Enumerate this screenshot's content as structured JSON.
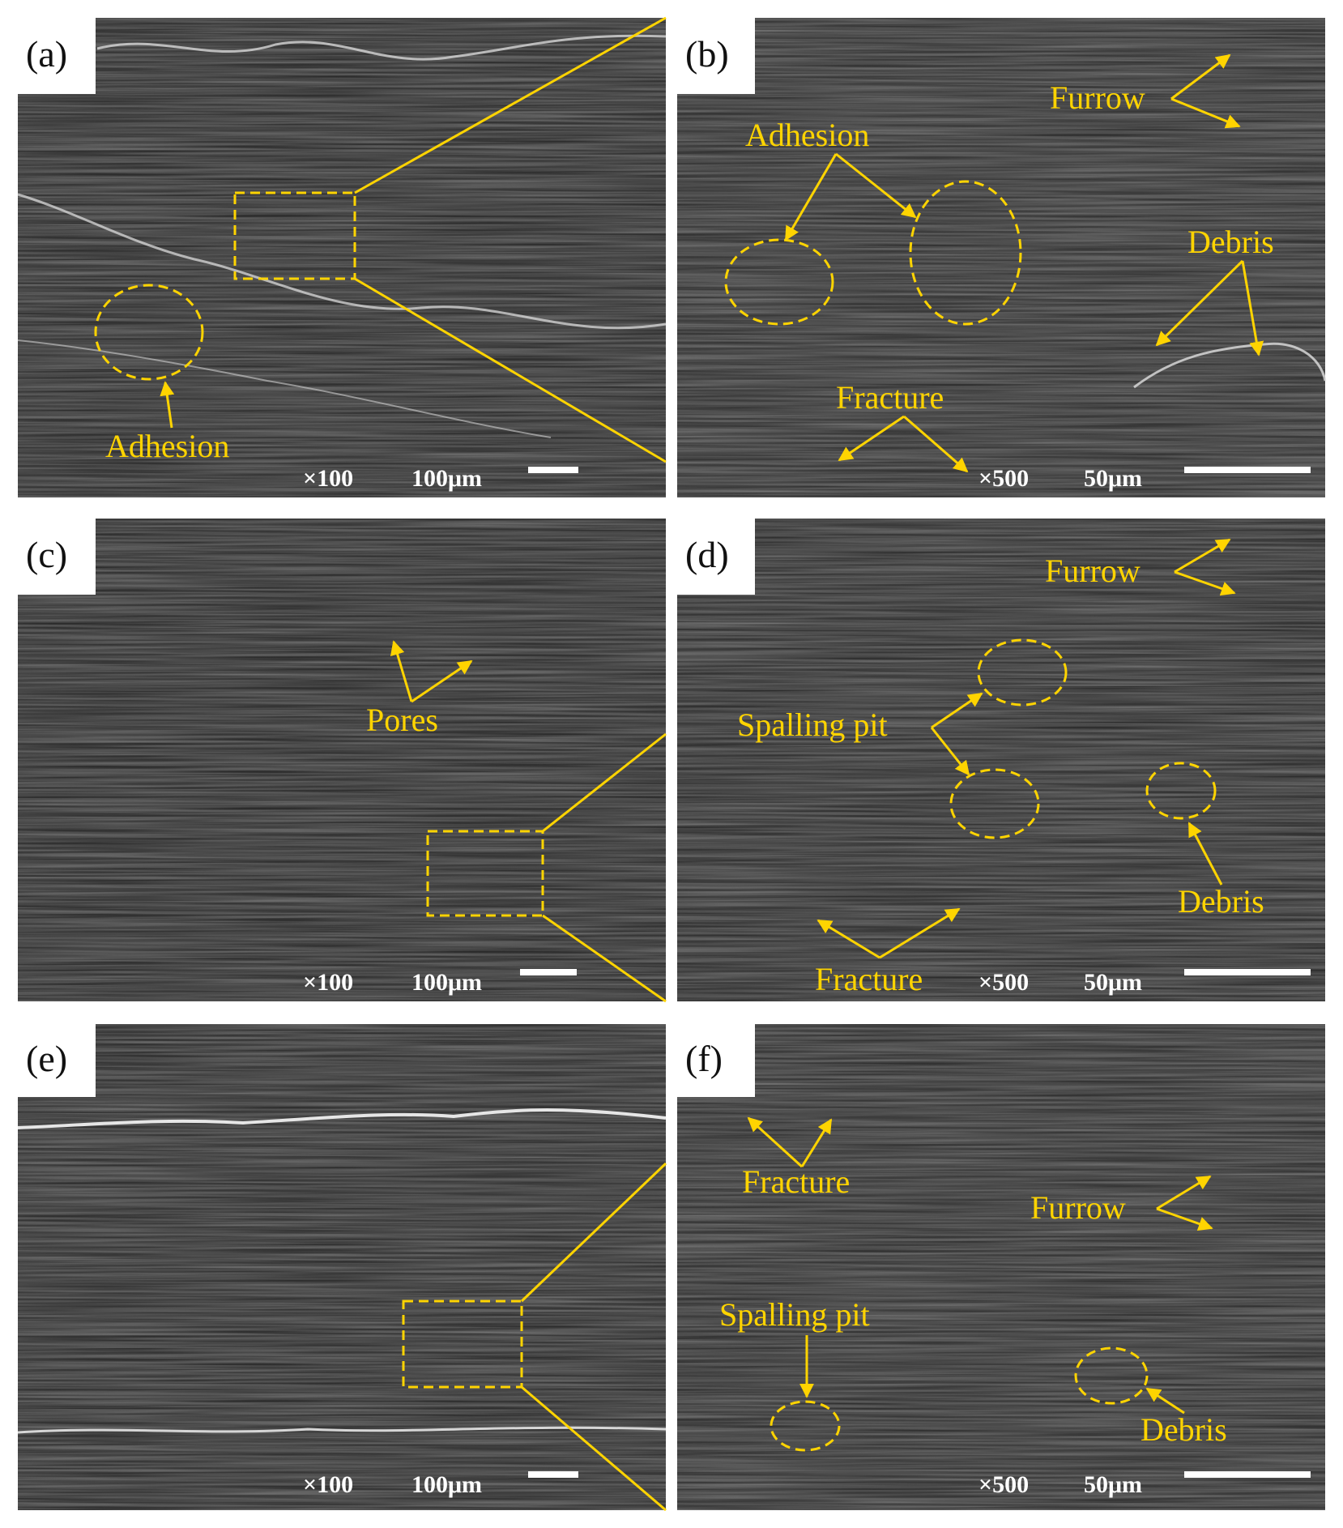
{
  "figure": {
    "colors": {
      "annotation": "#FFD400",
      "scale_text": "#FFFFFF",
      "sem_background": "#2A2A2A",
      "page_background": "#FFFFFF"
    },
    "panels": [
      {
        "label": "(a)",
        "magnification": "×100",
        "scale_bar": "100μm",
        "annotations": [
          "Adhesion"
        ]
      },
      {
        "label": "(b)",
        "magnification": "×500",
        "scale_bar": "50μm",
        "annotations": [
          "Furrow",
          "Adhesion",
          "Debris",
          "Fracture"
        ]
      },
      {
        "label": "(c)",
        "magnification": "×100",
        "scale_bar": "100μm",
        "annotations": [
          "Pores"
        ]
      },
      {
        "label": "(d)",
        "magnification": "×500",
        "scale_bar": "50μm",
        "annotations": [
          "Furrow",
          "Spalling pit",
          "Debris",
          "Fracture"
        ]
      },
      {
        "label": "(e)",
        "magnification": "×100",
        "scale_bar": "100μm",
        "annotations": []
      },
      {
        "label": "(f)",
        "magnification": "×500",
        "scale_bar": "50μm",
        "annotations": [
          "Fracture",
          "Furrow",
          "Spalling pit",
          "Debris"
        ]
      }
    ]
  }
}
